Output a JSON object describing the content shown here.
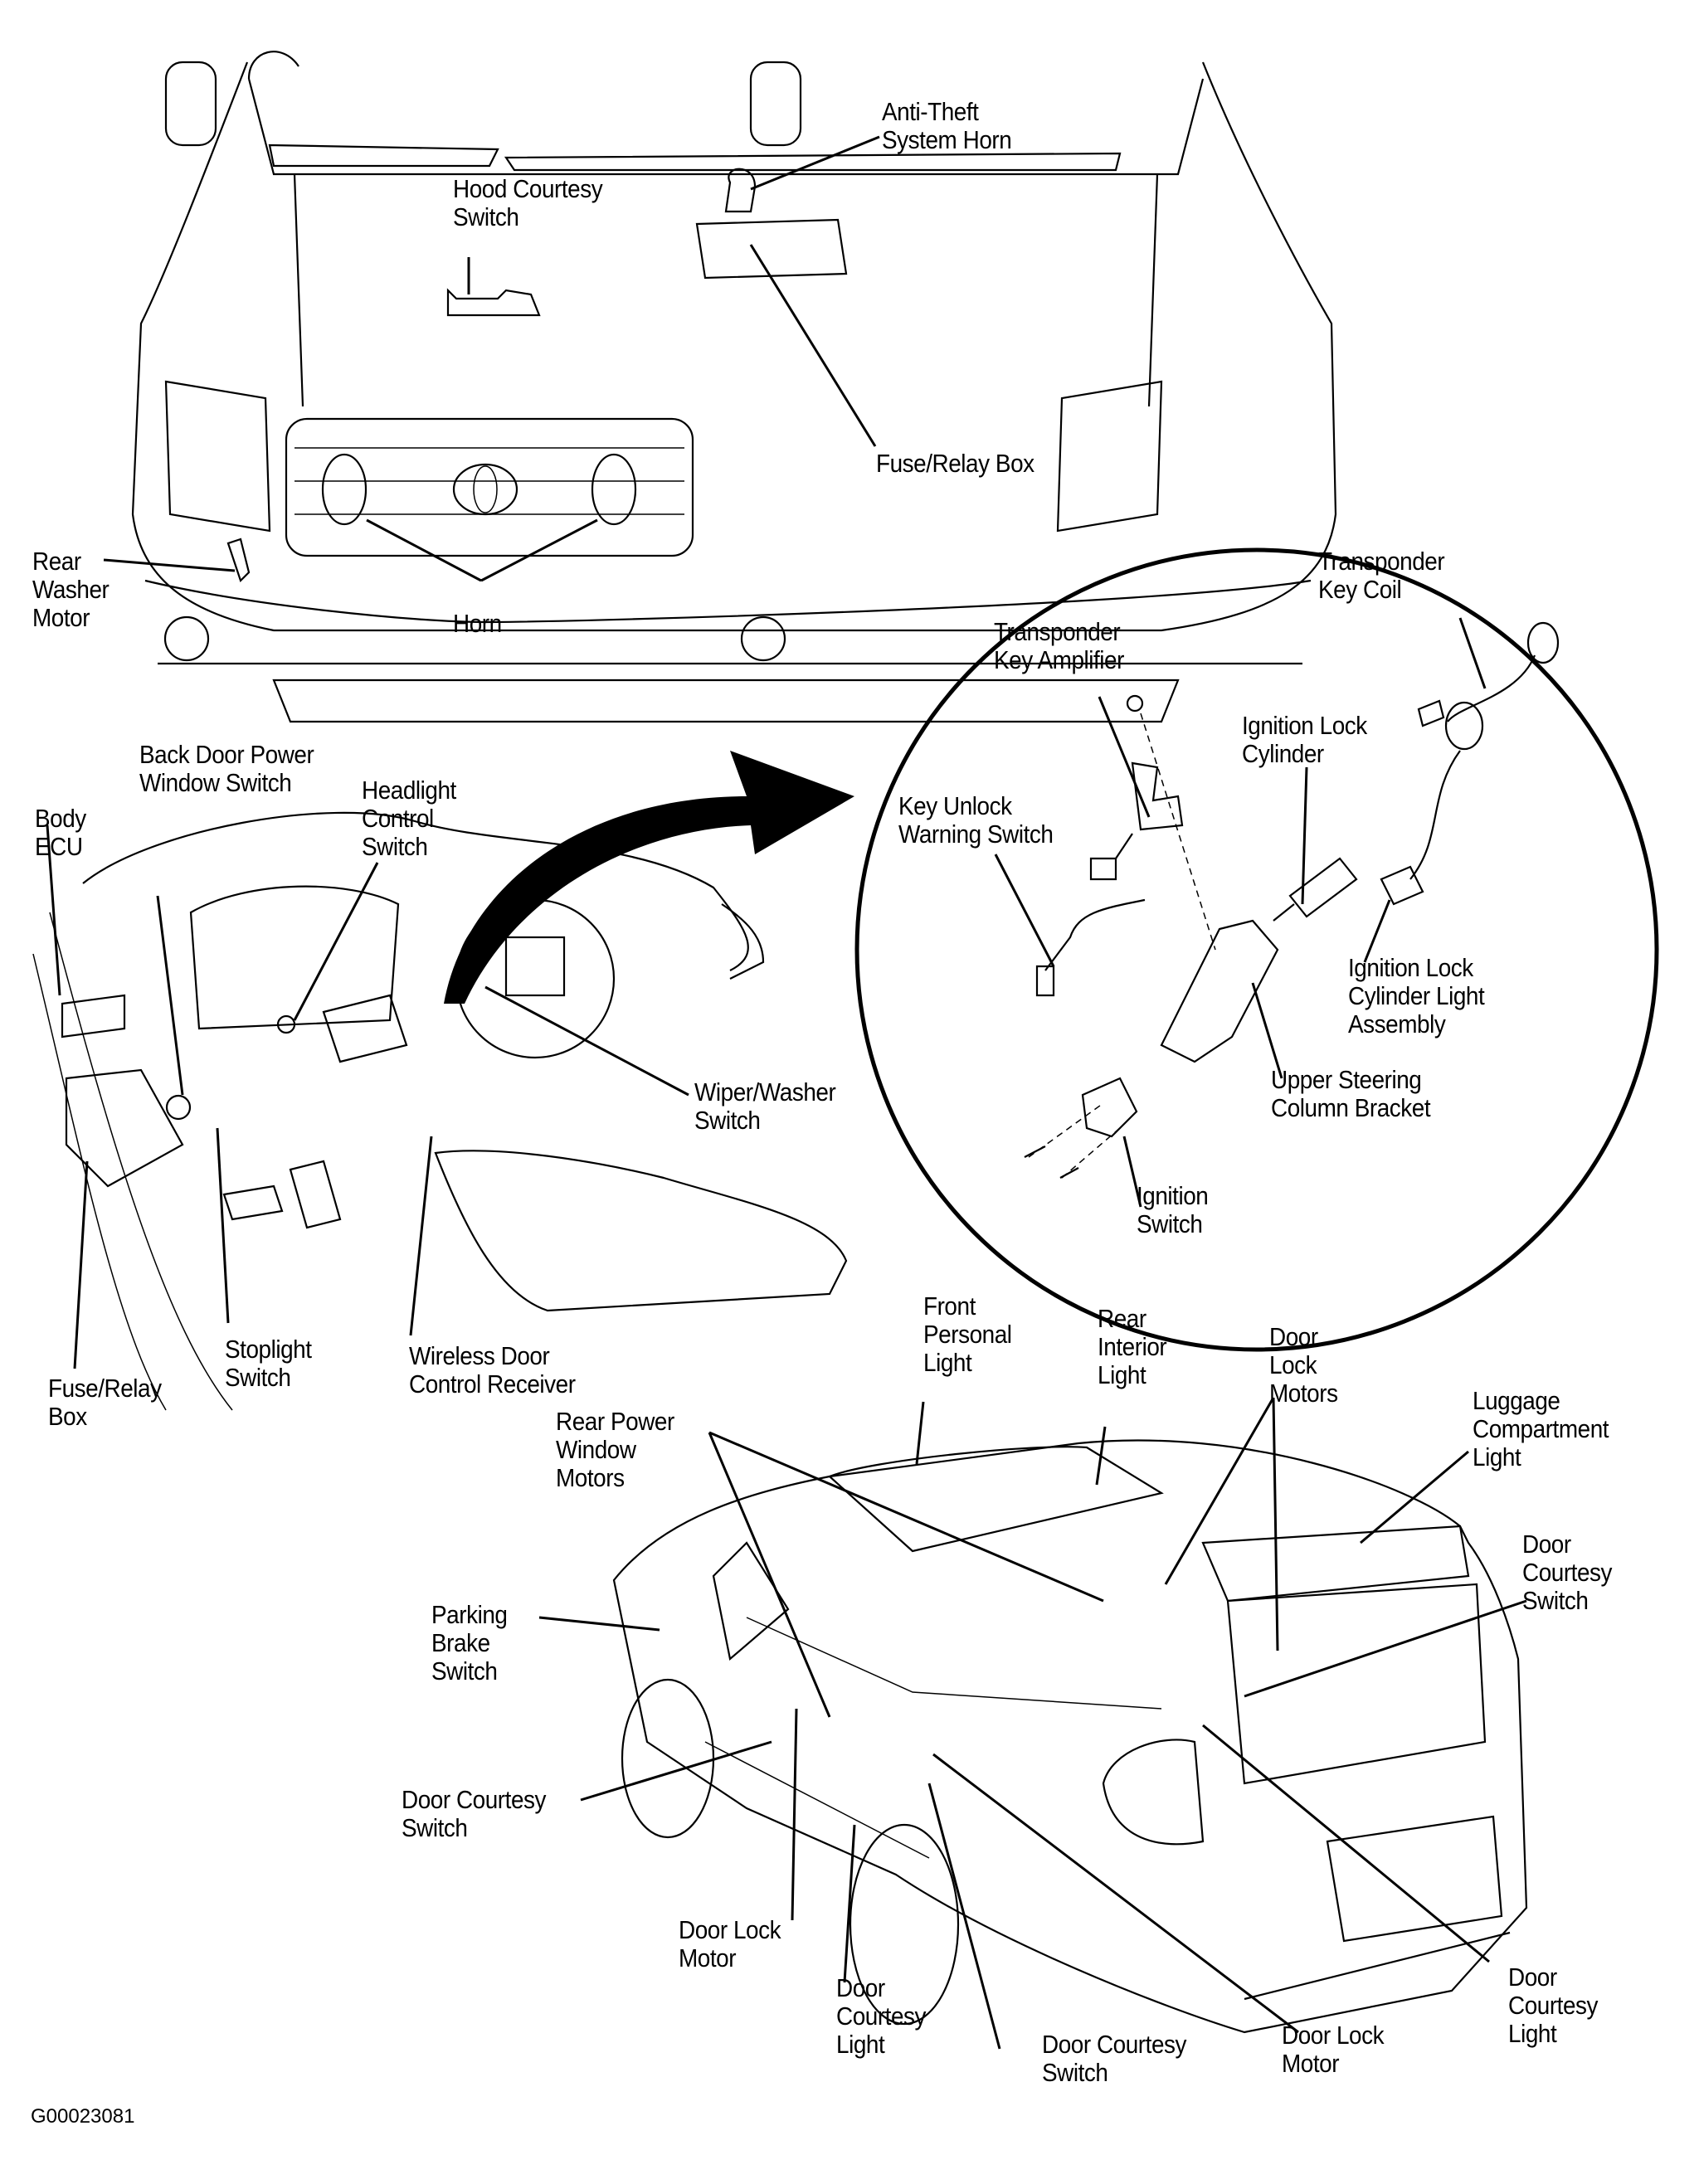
{
  "figure": {
    "id": "G00023081",
    "title": "Body electrical component locations"
  },
  "labels": {
    "anti_theft_horn": "Anti-Theft\nSystem Horn",
    "hood_courtesy_switch": "Hood Courtesy\nSwitch",
    "fuse_relay_box_front": "Fuse/Relay Box",
    "rear_washer_motor": "Rear\nWasher\nMotor",
    "horn": "Horn",
    "transponder_key_coil": "Transponder\nKey Coil",
    "transponder_key_amplifier": "Transponder\nKey Amplifier",
    "ignition_lock_cylinder": "Ignition Lock\nCylinder",
    "key_unlock_warning_switch": "Key Unlock\nWarning Switch",
    "ignition_lock_cylinder_light": "Ignition Lock\nCylinder Light\nAssembly",
    "upper_steering_column_bracket": "Upper Steering\nColumn Bracket",
    "ignition_switch": "Ignition\nSwitch",
    "body_ecu": "Body\nECU",
    "back_door_power_window_switch": "Back Door Power\nWindow Switch",
    "headlight_control_switch": "Headlight\nControl\nSwitch",
    "wiper_washer_switch": "Wiper/Washer\nSwitch",
    "fuse_relay_box_dash": "Fuse/Relay\nBox",
    "stoplight_switch": "Stoplight\nSwitch",
    "wireless_door_control_receiver": "Wireless Door\nControl Receiver",
    "front_personal_light": "Front\nPersonal\nLight",
    "rear_interior_light": "Rear\nInterior\nLight",
    "door_lock_motors": "Door\nLock\nMotors",
    "luggage_compartment_light": "Luggage\nCompartment\nLight",
    "rear_power_window_motors": "Rear Power\nWindow\nMotors",
    "door_courtesy_switch_rear": "Door\nCourtesy\nSwitch",
    "parking_brake_switch": "Parking\nBrake\nSwitch",
    "door_courtesy_switch_left": "Door Courtesy\nSwitch",
    "door_lock_motor_front": "Door Lock\nMotor",
    "door_courtesy_light_front": "Door\nCourtesy\nLight",
    "door_courtesy_switch_bottom": "Door Courtesy\nSwitch",
    "door_lock_motor_rear": "Door Lock\nMotor",
    "door_courtesy_light_rear": "Door\nCourtesy\nLight"
  }
}
